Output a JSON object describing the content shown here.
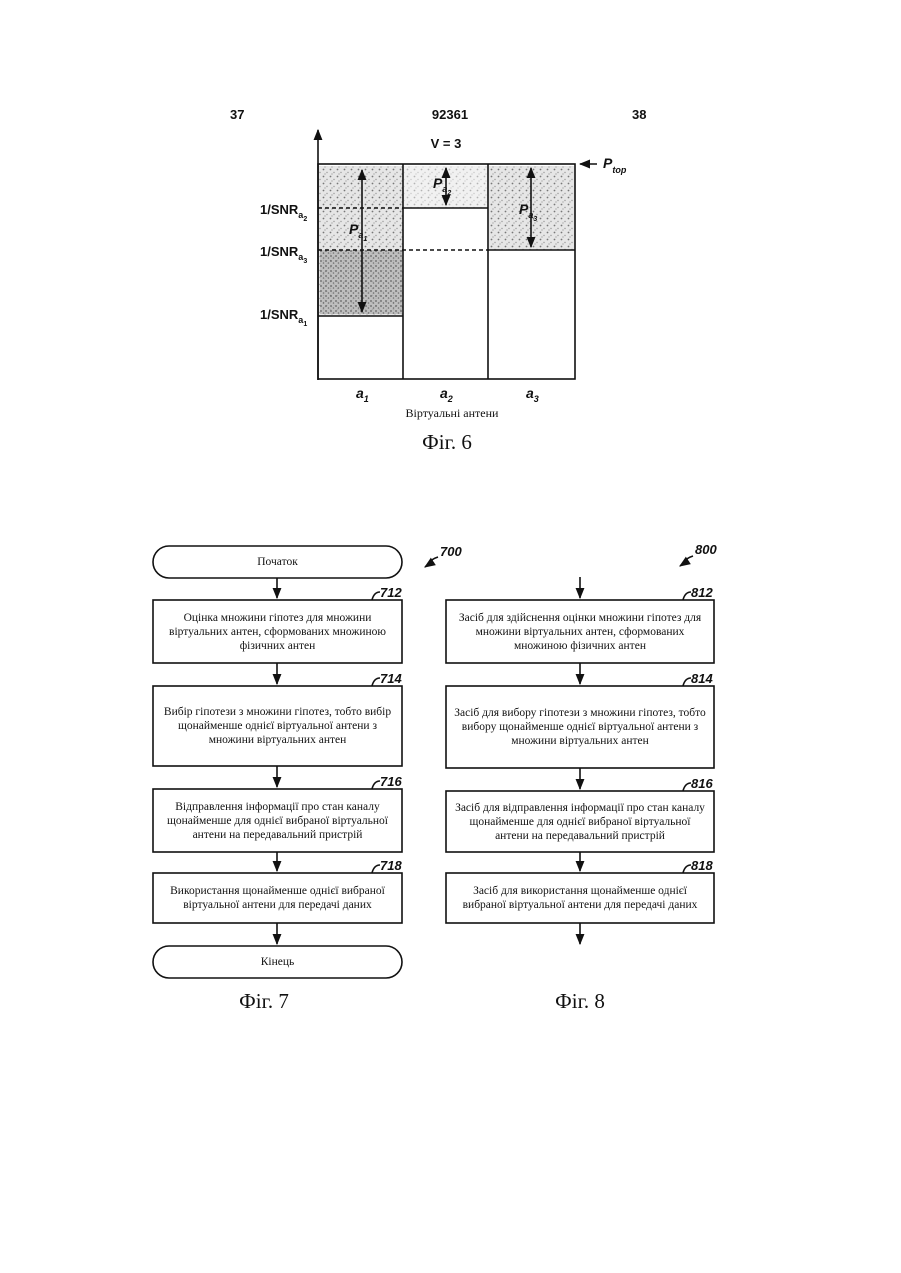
{
  "header": {
    "left_page": "37",
    "patent_number": "92361",
    "right_page": "38"
  },
  "fig6": {
    "v_label": "V = 3",
    "p_top_label": "P",
    "p_top_sub": "top",
    "y_labels": [
      {
        "text": "1/SNR",
        "sub": "a",
        "subsub": "2"
      },
      {
        "text": "1/SNR",
        "sub": "a",
        "subsub": "3"
      },
      {
        "text": "1/SNR",
        "sub": "a",
        "subsub": "1"
      }
    ],
    "p_labels": [
      {
        "text": "P",
        "sub": "a",
        "subsub": "1"
      },
      {
        "text": "P",
        "sub": "a",
        "subsub": "2"
      },
      {
        "text": "P",
        "sub": "a",
        "subsub": "3"
      }
    ],
    "categories": [
      {
        "text": "a",
        "sub": "1"
      },
      {
        "text": "a",
        "sub": "2"
      },
      {
        "text": "a",
        "sub": "3"
      }
    ],
    "axis_title": "Віртуальні антени",
    "caption": "Фіг. 6"
  },
  "fig7": {
    "ref": "700",
    "start": "Початок",
    "end": "Кінець",
    "caption": "Фіг. 7",
    "steps": [
      {
        "ref": "712",
        "text": "Оцінка множини гіпотез для множини віртуальних антен, сформованих множиною фізичних антен"
      },
      {
        "ref": "714",
        "text": "Вибір гіпотези з множини гіпотез, тобто вибір щонайменше однієї віртуальної антени з множини віртуальних антен"
      },
      {
        "ref": "716",
        "text": "Відправлення інформації про стан каналу щонайменше для однієї вибраної віртуальної антени на передавальний пристрій"
      },
      {
        "ref": "718",
        "text": "Використання щонайменше однієї вибраної віртуальної антени для передачі даних"
      }
    ]
  },
  "fig8": {
    "ref": "800",
    "caption": "Фіг. 8",
    "steps": [
      {
        "ref": "812",
        "text": "Засіб для здійснення оцінки множини гіпотез для множини віртуальних антен, сформованих множиною фізичних антен"
      },
      {
        "ref": "814",
        "text": "Засіб для вибору гіпотези з множини гіпотез, тобто вибору щонайменше однієї віртуальної антени з множини віртуальних антен"
      },
      {
        "ref": "816",
        "text": "Засіб для відправлення інформації про стан каналу щонайменше для однієї вибраної віртуальної антени на передавальний пристрій"
      },
      {
        "ref": "818",
        "text": "Засіб для використання щонайменше однієї вибраної віртуальної антени для передачі даних"
      }
    ]
  }
}
